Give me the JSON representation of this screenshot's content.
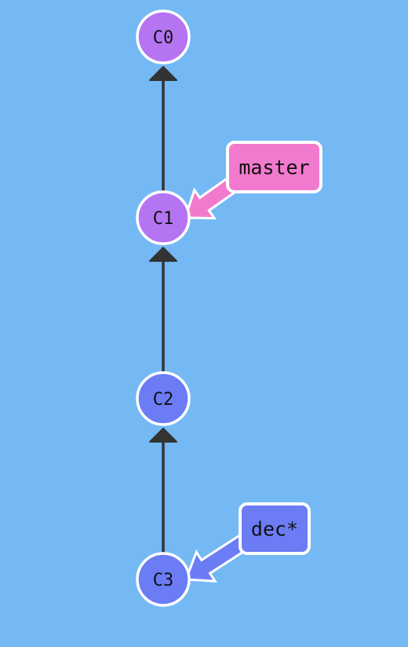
{
  "colors": {
    "background": "#74b9f4",
    "edge": "#333333",
    "node_border": "#ffffff",
    "label_text": "#111111"
  },
  "commits": [
    {
      "id": "c0",
      "label": "C0",
      "color": "#b575f2"
    },
    {
      "id": "c1",
      "label": "C1",
      "color": "#b575f2"
    },
    {
      "id": "c2",
      "label": "C2",
      "color": "#6b7cf5"
    },
    {
      "id": "c3",
      "label": "C3",
      "color": "#6b7cf5"
    }
  ],
  "edges": [
    {
      "from": "c1",
      "to": "c0"
    },
    {
      "from": "c2",
      "to": "c1"
    },
    {
      "from": "c3",
      "to": "c2"
    }
  ],
  "branches": [
    {
      "id": "master",
      "label": "master",
      "target": "c1",
      "color": "#f27ace"
    },
    {
      "id": "dec",
      "label": "dec*",
      "target": "c3",
      "color": "#6b7cf5"
    }
  ]
}
